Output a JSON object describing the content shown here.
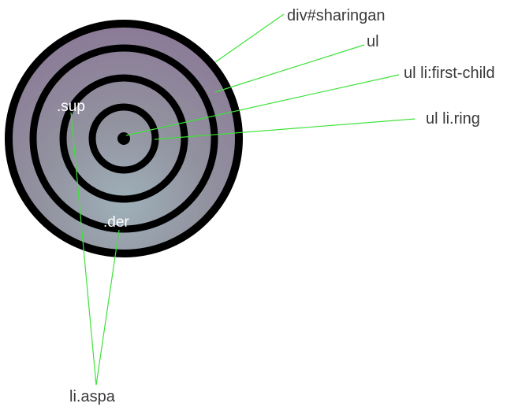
{
  "diagram": {
    "callouts": {
      "sharingan": "div#sharingan",
      "ul": "ul",
      "first_child": "ul li:first-child",
      "ring": "ul li.ring",
      "aspa": "li.aspa"
    },
    "inner_labels": {
      "sup": ".sup",
      "der": ".der"
    },
    "colors": {
      "disc_top": "#8a7796",
      "disc_bottom": "#9aa9b4",
      "rings": "#000000",
      "leader_lines": "#3ee23a",
      "callout_text": "#3a3a3a",
      "inner_text": "#ffffff"
    }
  }
}
